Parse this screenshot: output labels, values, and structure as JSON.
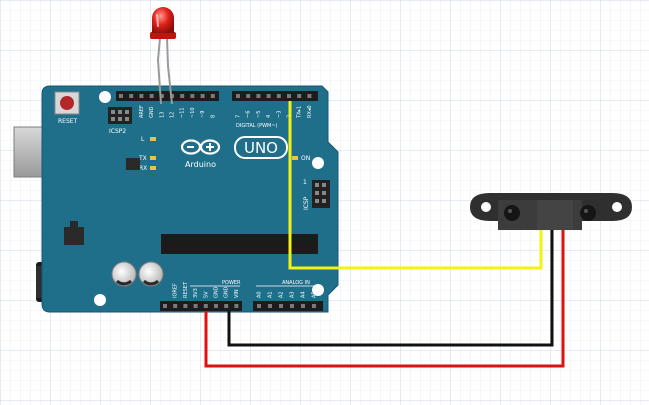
{
  "board": {
    "name": "UNO",
    "brand": "Arduino",
    "reset_label": "RESET",
    "icsp2_label": "ICSP2",
    "icsp_label": "ICSP",
    "led_l_label": "L",
    "tx_label": "TX",
    "rx_label": "RX",
    "on_label": "ON",
    "icsp_pin1_label": "1",
    "digital_label": "DIGITAL (PWM~)",
    "power_label": "POWER",
    "analog_label": "ANALOG IN",
    "digital_pins": [
      "AREF",
      "GND",
      "13",
      "12",
      "~11",
      "~10",
      "~9",
      "8",
      "7",
      "~6",
      "~5",
      "4",
      "~3",
      "2",
      "TX▸1",
      "RX◂0"
    ],
    "power_pins": [
      "IOREF",
      "RESET",
      "3V3",
      "5V",
      "GND",
      "GND",
      "VIN"
    ],
    "analog_pins": [
      "A0",
      "A1",
      "A2",
      "A3",
      "A4",
      "A5"
    ],
    "color": "#1f6f8b"
  },
  "components": {
    "led_color": "#e0201a",
    "sensor_color": "#3a3a3a"
  },
  "wires": {
    "signal_color": "#f3f30f",
    "power_color": "#e01010",
    "ground_color": "#111111"
  },
  "grid": true
}
